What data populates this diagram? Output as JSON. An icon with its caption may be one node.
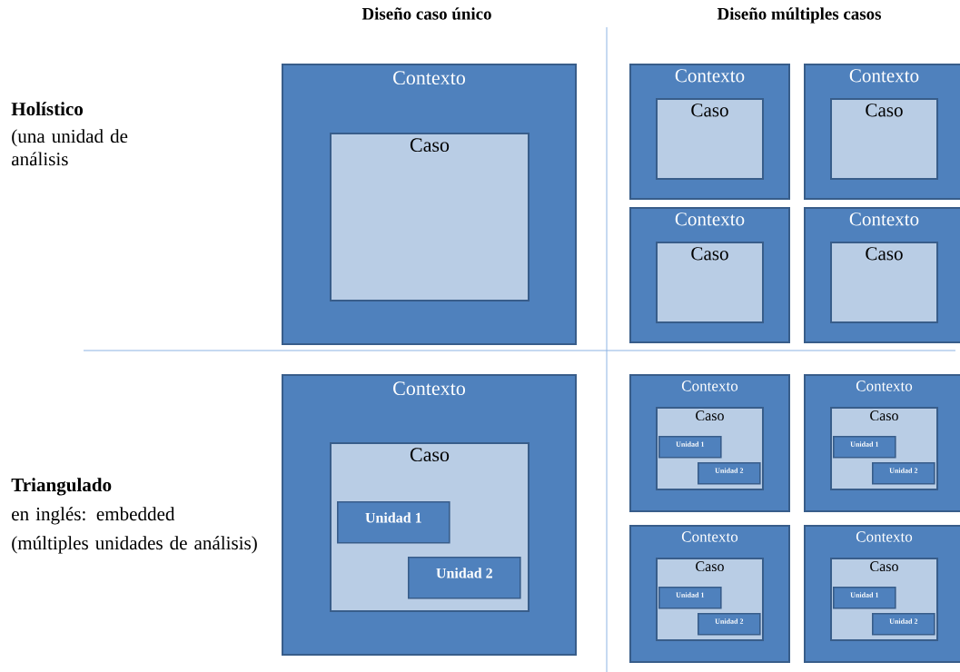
{
  "diagram": {
    "nodes": [
      {
        "text": [
          "Contexto"
        ]
      },
      {
        "text": [
          "Caso"
        ],
        "in": 0
      },
      {
        "text": [
          "Contexto"
        ]
      },
      {
        "text": [
          "Caso"
        ],
        "in": 2
      },
      {
        "text": [
          "Contexto"
        ]
      },
      {
        "text": [
          "Caso"
        ],
        "in": 4
      },
      {
        "text": [
          "Contexto"
        ]
      },
      {
        "text": [
          "Caso"
        ],
        "in": 6
      },
      {
        "text": [
          "Contexto"
        ]
      },
      {
        "text": [
          "Caso"
        ],
        "in": 8
      },
      {
        "text": [
          "Contexto"
        ]
      },
      {
        "text": [
          "Caso"
        ],
        "in": 10
      },
      {
        "text": [
          "Unidad 1"
        ],
        "in": 11
      },
      {
        "text": [
          "Unidad 2"
        ],
        "in": 11
      },
      {
        "text": [
          "Contexto"
        ]
      },
      {
        "text": [
          "Caso"
        ],
        "in": 14
      },
      {
        "text": [
          "Unidad 1"
        ],
        "in": 15
      },
      {
        "text": [
          "Unidad 2"
        ],
        "in": 15
      },
      {
        "text": [
          "Contexto"
        ]
      },
      {
        "text": [
          "Caso"
        ],
        "in": 18
      },
      {
        "text": [
          "Unidad 1"
        ],
        "in": 19
      },
      {
        "text": [
          "Unidad 2"
        ],
        "in": 19
      },
      {
        "text": [
          "Contexto"
        ]
      },
      {
        "text": [
          "Caso"
        ],
        "in": 22
      },
      {
        "text": [
          "Unidad 1"
        ],
        "in": 23
      },
      {
        "text": [
          "Unidad 2"
        ],
        "in": 23
      },
      {
        "text": [
          "Contexto"
        ]
      },
      {
        "text": [
          "Caso"
        ],
        "in": 26
      },
      {
        "text": [
          "Unidad 1"
        ],
        "in": 27
      },
      {
        "text": [
          "Unidad 2"
        ],
        "in": 27
      }
    ],
    "labels": [
      "Diseño caso único",
      "Diseño múltiples casos",
      "Holístico",
      "(una unidad de análisis",
      "Triangulado",
      "en inglés: embedded",
      "(múltiples unidades de análisis)"
    ]
  }
}
